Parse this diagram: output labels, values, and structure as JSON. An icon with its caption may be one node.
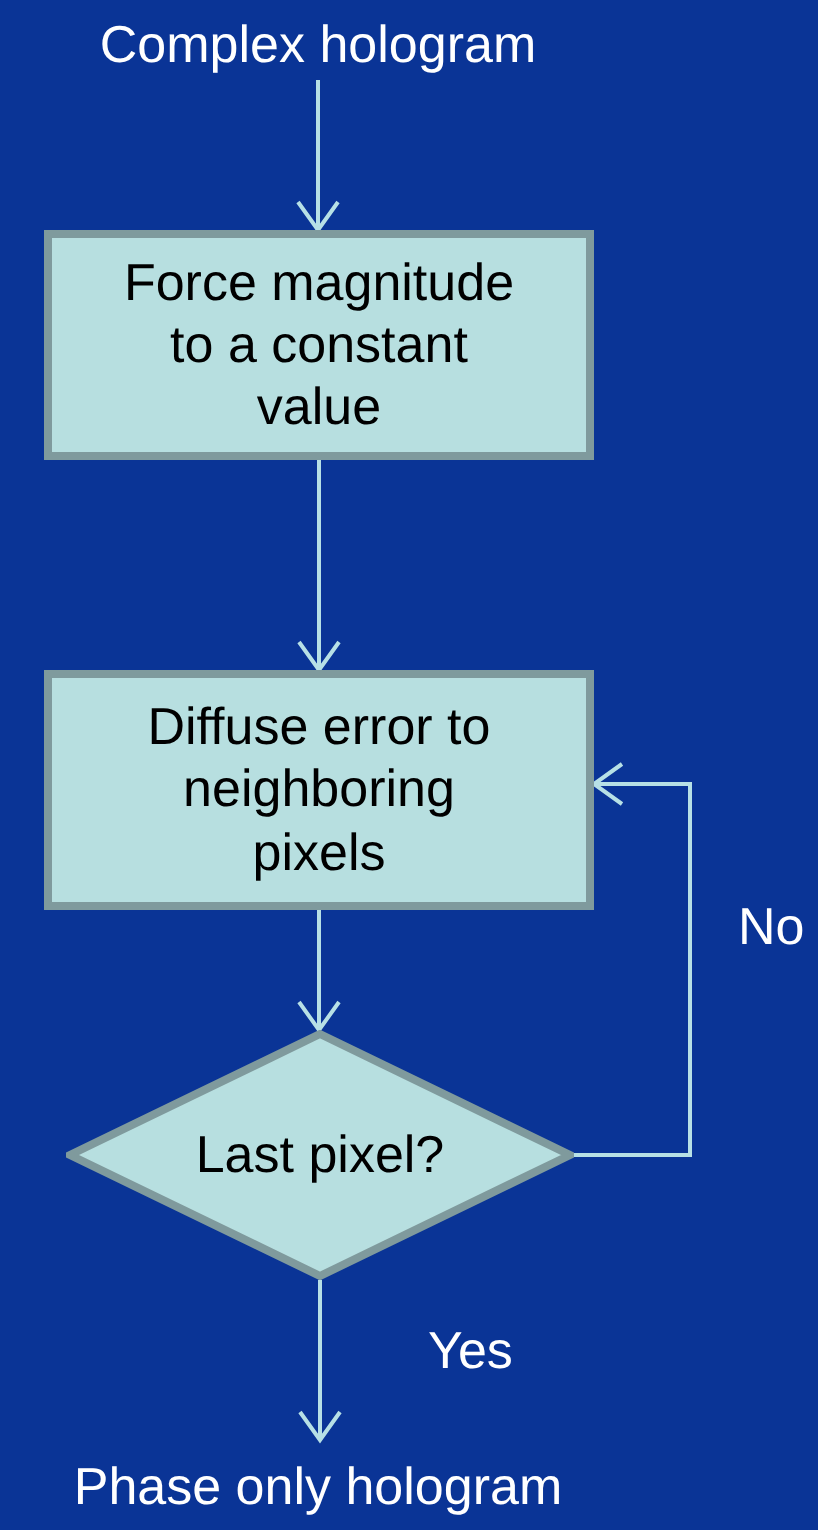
{
  "diagram": {
    "nodes": [
      {
        "text": [
          "Complex hologram"
        ]
      },
      {
        "text": [
          "Force magnitude to a constant value"
        ]
      },
      {
        "text": [
          "Diffuse error to neighboring pixels"
        ]
      },
      {
        "text": [
          "Last pixel?"
        ]
      },
      {
        "text": [
          "Phase only hologram"
        ]
      }
    ],
    "edges": [
      {
        "from": 0,
        "to": 1,
        "arrow": "to"
      },
      {
        "from": 1,
        "to": 2,
        "arrow": "to"
      },
      {
        "from": 2,
        "to": 3,
        "arrow": "to"
      },
      {
        "from": 3,
        "to": 2,
        "arrow": "to",
        "label": "No"
      },
      {
        "from": 3,
        "to": 4,
        "arrow": "to",
        "label": "Yes"
      }
    ]
  }
}
